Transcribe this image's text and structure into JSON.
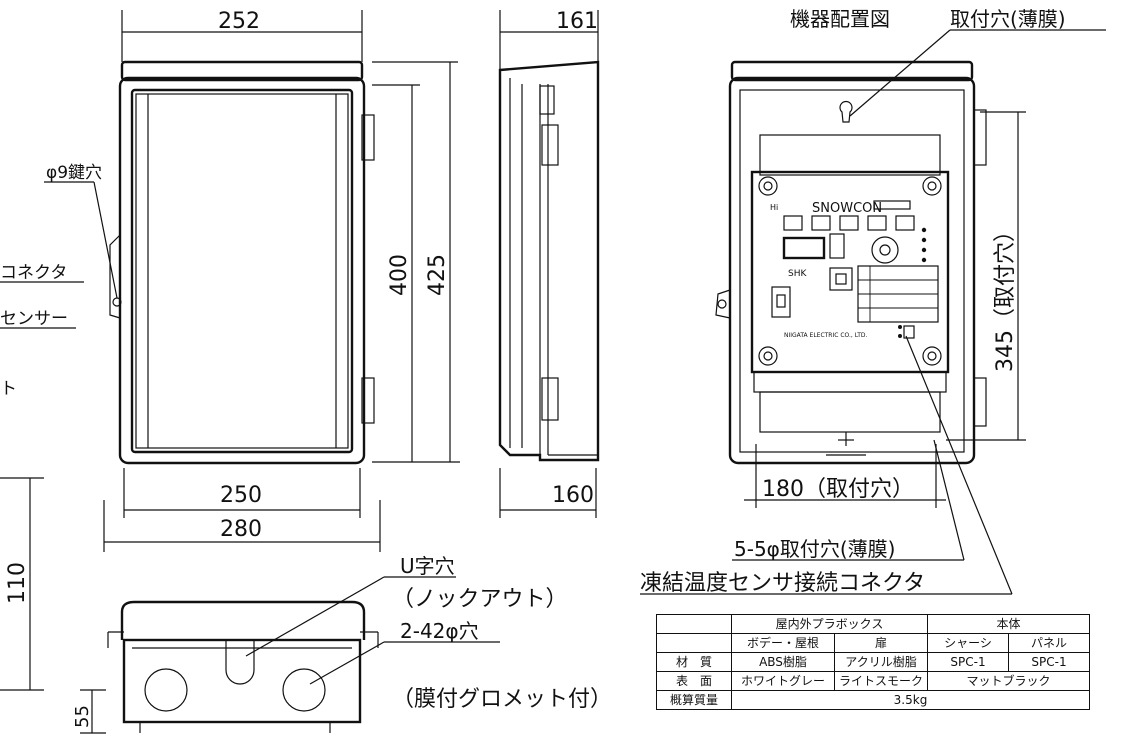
{
  "dimensions": {
    "front_width_top": "252",
    "side_depth_top": "161",
    "front_width_bottom": "250",
    "front_width_overall": "280",
    "side_depth_bottom": "160",
    "height_inner": "400",
    "height_overall": "425",
    "mount_height": "345（取付穴）",
    "mount_width": "180（取付穴）",
    "bottom_height": "110",
    "bottom_small": "55"
  },
  "labels": {
    "layout_title": "機器配置図",
    "mount_hole_film": "取付穴(薄膜)",
    "key_hole": "φ9鍵穴",
    "left_connector": "コネクタ",
    "left_sensor": "センサー",
    "left_partial": "ト",
    "mount_holes_5": "5-5φ取付穴(薄膜)",
    "freeze_sensor_connector": "凍結温度センサ接続コネクタ",
    "u_hole": "U字穴",
    "knockout": "（ノックアウト）",
    "hole_42": "2-42φ穴",
    "grommet": "（膜付グロメット付）"
  },
  "panel": {
    "brand": "SNOWCON",
    "model": "SHK",
    "maker": "NIIGATA ELECTRIC CO., LTD."
  },
  "spec_table": {
    "group_box": "屋内外プラボックス",
    "group_body": "本体",
    "col_body_roof": "ボデー・屋根",
    "col_door": "扉",
    "col_chassis": "シャーシ",
    "col_panel": "パネル",
    "row_material": "材　質",
    "row_surface": "表　面",
    "row_weight": "概算質量",
    "mat_body": "ABS樹脂",
    "mat_door": "アクリル樹脂",
    "mat_chassis": "SPC-1",
    "mat_panel": "SPC-1",
    "surf_body": "ホワイトグレー",
    "surf_door": "ライトスモーク",
    "surf_chassis_panel": "マットブラック",
    "weight": "3.5kg"
  }
}
